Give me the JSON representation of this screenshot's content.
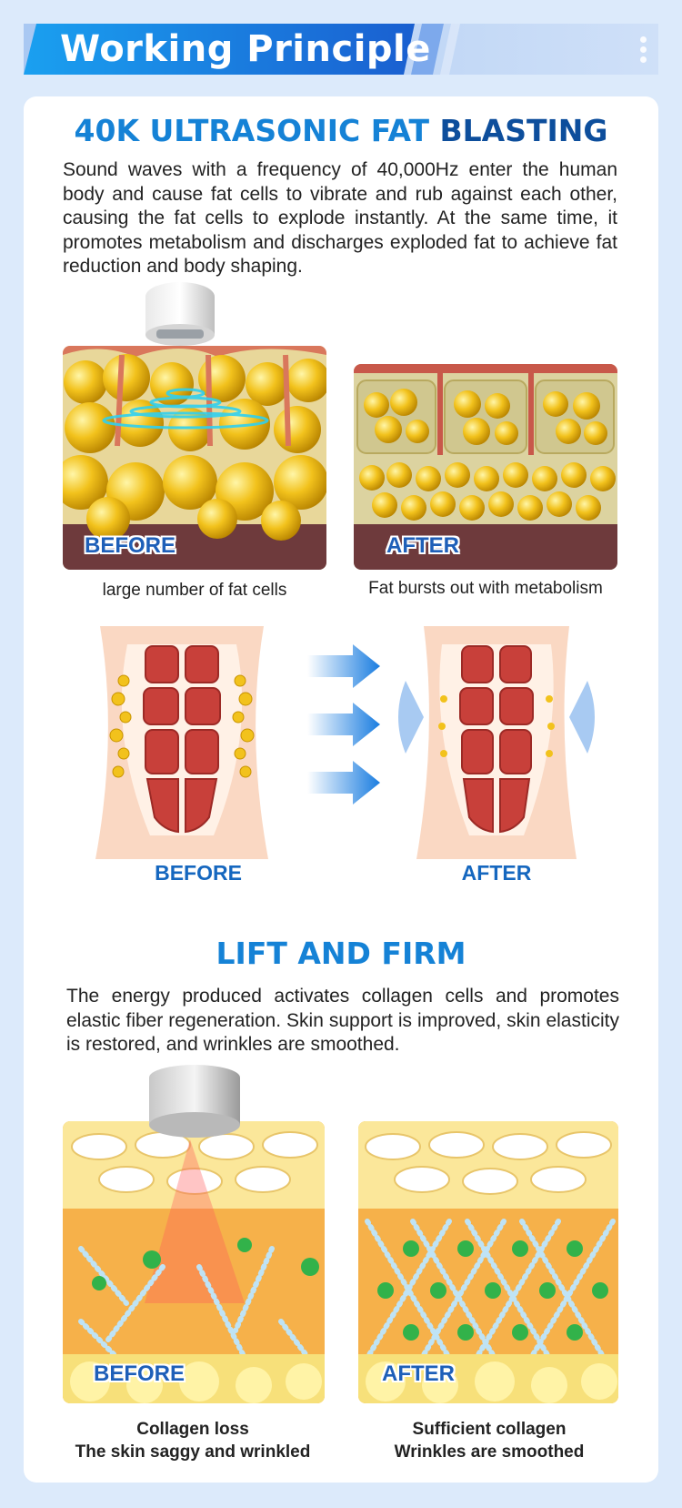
{
  "header": {
    "title": "Working Principle"
  },
  "section1": {
    "title_part1": "40K ULTRASONIC FAT ",
    "title_part2": "BLASTING",
    "description": "Sound waves with a frequency of 40,000Hz enter the human body and cause fat cells to vibrate and rub against each other, causing the fat cells to explode instantly. At the same time, it promotes metabolism and discharges exploded fat to achieve fat reduction and body shaping.",
    "before_tag": "BEFORE",
    "after_tag": "AFTER",
    "before_caption": "large number of fat cells",
    "after_caption": "Fat bursts out with metabolism",
    "body_before_label": "BEFORE",
    "body_after_label": "AFTER"
  },
  "section2": {
    "title": "LIFT AND FIRM",
    "description": "The energy produced activates collagen cells and promotes elastic fiber regeneration. Skin support is improved, skin elasticity is restored, and wrinkles are smoothed.",
    "before_tag": "BEFORE",
    "after_tag": "AFTER",
    "before_caption_line1": "Collagen loss",
    "before_caption_line2": "The skin saggy and wrinkled",
    "after_caption_line1": "Sufficient collagen",
    "after_caption_line2": "Wrinkles are smoothed"
  },
  "colors": {
    "accent": "#1582d6",
    "dark_blue": "#0d4e9c",
    "fat_yellow": "#f2c21c",
    "muscle_red": "#c23b30"
  },
  "icons": [
    "ultrasonic-probe-icon",
    "arrow-right-icon",
    "kebab-menu-icon"
  ]
}
